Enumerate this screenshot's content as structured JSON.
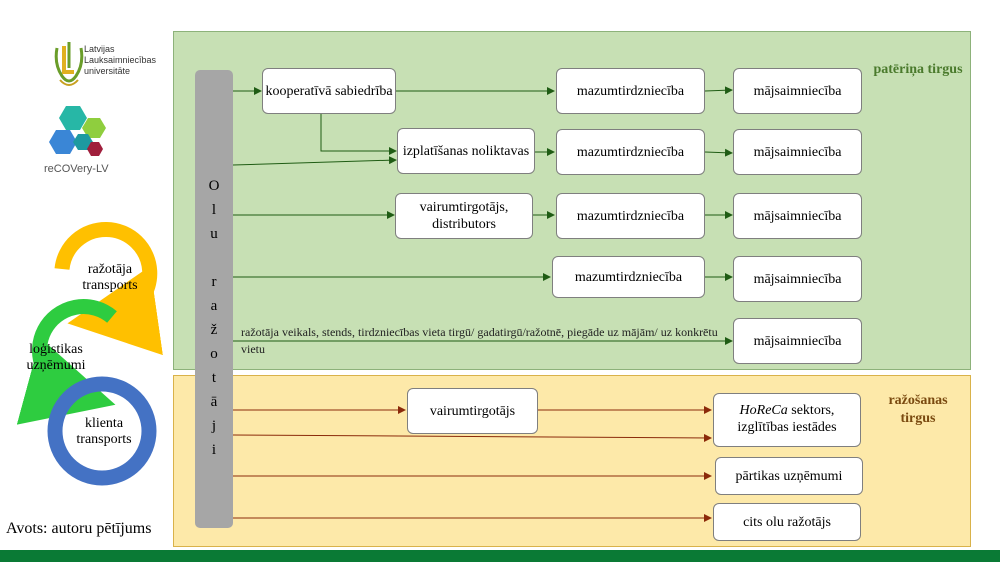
{
  "logos": {
    "university_name": "Latvijas Lauksaimniecības universitāte",
    "project_name": "reCOVery-LV"
  },
  "cycle": {
    "step1": "ražotāja transports",
    "step2": "loģistikas uzņēmumi",
    "step3": "klienta transports"
  },
  "source": "Avots: autoru pētījums",
  "producer": {
    "letters": [
      "O",
      "l",
      "u",
      "",
      "r",
      "a",
      "ž",
      "o",
      "t",
      "ā",
      "j",
      "i"
    ]
  },
  "zones": {
    "consumer_market": "patēriņa tirgus",
    "production_market": "ražošanas tirgus"
  },
  "nodes": {
    "cooperative": "kooperatīvā sabiedrība",
    "warehouses": "izplatīšanas noliktavas",
    "wholesaler_distributor": "vairumtirgotājs, distributors",
    "retail_1": "mazumtirdzniecība",
    "retail_2": "mazumtirdzniecība",
    "retail_3": "mazumtirdzniecība",
    "retail_4": "mazumtirdzniecība",
    "household_1": "mājsaimniecība",
    "household_2": "mājsaimniecība",
    "household_3": "mājsaimniecība",
    "household_4": "mājsaimniecība",
    "household_5": "mājsaimniecība",
    "wholesaler": "vairumtirgotājs",
    "horeca_em": "HoReCa",
    "horeca_rest": " sektors, izglītības iestādes",
    "food_companies": "pārtikas uzņēmumi",
    "other_producer": "cits olu ražotājs"
  },
  "direct_sales_note": "ražotāja veikals, stends, tirdzniecības vieta tirgū/ gadatirgū/ražotnē, piegāde uz mājām/ uz konkrētu vietu",
  "colors": {
    "consumer_zone": "#c7e0b4",
    "production_zone": "#fde9a9",
    "producer_pillar": "#a6a6a6",
    "consumer_arrow": "#1f5c14",
    "production_arrow": "#8b2a0a",
    "cycle_yellow": "#ffc000",
    "cycle_green": "#2ecc40",
    "cycle_blue": "#4472c4",
    "footer_bar": "#0a7a35"
  }
}
